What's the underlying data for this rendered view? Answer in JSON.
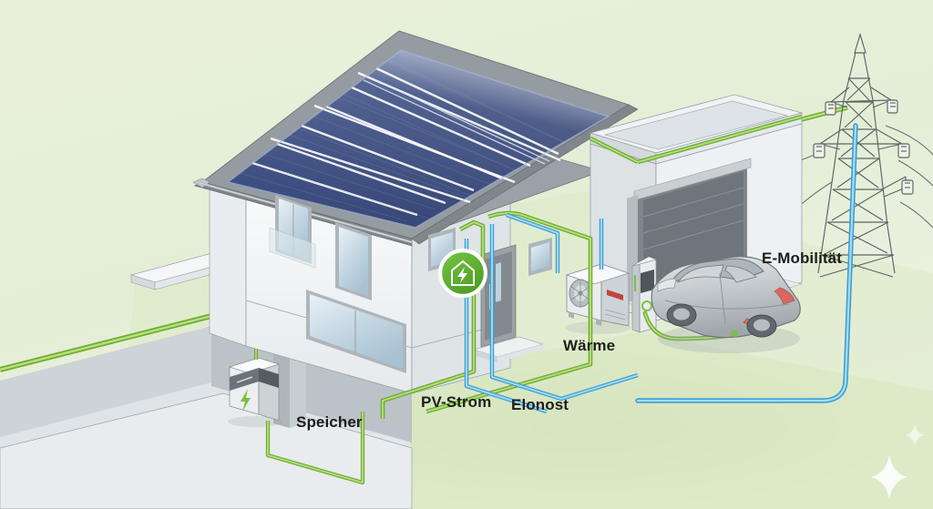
{
  "scene": {
    "title": "Sektorenkopplung Einfamilienhaus",
    "background_color": "#e7f0d8",
    "ground_color": "#d9e6c0"
  },
  "labels": {
    "speicher": "Speicher",
    "pv_strom": "PV-Strom",
    "elonost": "Elonost",
    "waerme": "Wärme",
    "emobilitaet": "E-Mobilität"
  },
  "colors": {
    "green_line": "#8dc63f",
    "green_line_dark": "#5d9e2f",
    "green_line_light": "#cfe8a4",
    "blue_line": "#5bb8e8",
    "blue_line_dark": "#2e90c8",
    "blue_line_light": "#bfe4f7",
    "badge_green": "#5cb335",
    "badge_green_dark": "#3f8f22",
    "panel_blue": "#33457a",
    "panel_blue_light": "#4a5d96",
    "house_wall": "#f2f4f5",
    "house_wall_shade": "#dfe3e6",
    "roof_grey": "#8d9499",
    "ground_grey": "#d5dadd",
    "car_body": "#c9cdd0",
    "background": "#e7f0d8"
  },
  "objects": {
    "solar_array": {
      "name": "Photovoltaik-Dachanlage",
      "rows": 4,
      "cols": 7,
      "panel_count": 28
    },
    "battery": {
      "name": "Batteriespeicher",
      "icon": "lightning-bolt-icon",
      "location": "Keller"
    },
    "heat_pump": {
      "name": "Wärmepumpe",
      "icon": "fan-icon",
      "location": "Hauswand"
    },
    "wallbox": {
      "name": "Wallbox Ladestation",
      "icon": "plug-icon"
    },
    "car": {
      "name": "Elektroauto",
      "color": "#c9cdd0"
    },
    "pylon": {
      "name": "Strommast",
      "lines": 3
    },
    "badge": {
      "name": "Energiemanagement",
      "icon": "house-bolt-icon"
    },
    "sparkle": {
      "name": "Glanzpunkt",
      "icon": "sparkle-icon"
    }
  }
}
